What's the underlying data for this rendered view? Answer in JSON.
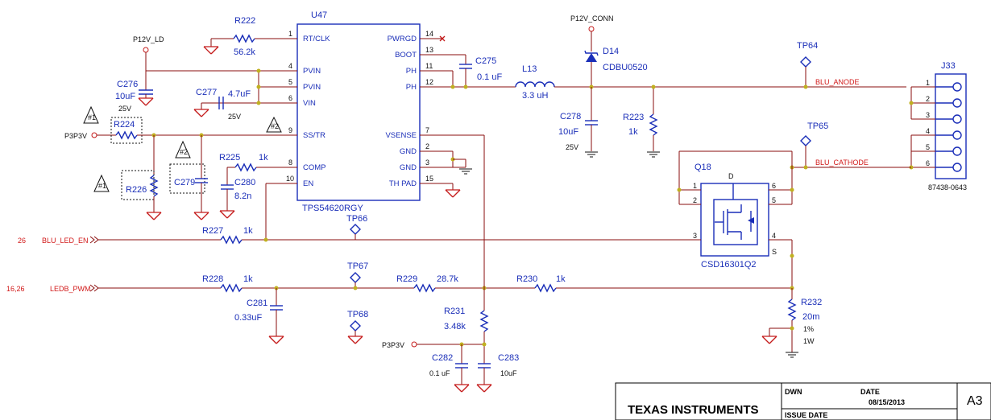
{
  "ic": {
    "ref": "U47",
    "part": "TPS54620RGY",
    "pins_left": [
      {
        "num": "1",
        "name": "RT/CLK"
      },
      {
        "num": "4",
        "name": "PVIN"
      },
      {
        "num": "5",
        "name": "PVIN"
      },
      {
        "num": "6",
        "name": "VIN"
      },
      {
        "num": "9",
        "name": "SS/TR"
      },
      {
        "num": "8",
        "name": "COMP"
      },
      {
        "num": "10",
        "name": "EN"
      }
    ],
    "pins_right": [
      {
        "num": "14",
        "name": "PWRGD"
      },
      {
        "num": "13",
        "name": "BOOT"
      },
      {
        "num": "11",
        "name": "PH"
      },
      {
        "num": "12",
        "name": "PH"
      },
      {
        "num": "7",
        "name": "VSENSE"
      },
      {
        "num": "2",
        "name": "GND"
      },
      {
        "num": "3",
        "name": "GND"
      },
      {
        "num": "15",
        "name": "TH PAD"
      }
    ]
  },
  "components": {
    "r222": {
      "ref": "R222",
      "value": "56.2k"
    },
    "c276": {
      "ref": "C276",
      "value": "10uF",
      "rating": "25V"
    },
    "c277": {
      "ref": "C277",
      "value": "4.7uF",
      "rating": "25V"
    },
    "r224": {
      "ref": "R224"
    },
    "r226": {
      "ref": "R226"
    },
    "c279": {
      "ref": "C279"
    },
    "r225": {
      "ref": "R225",
      "value": "1k"
    },
    "c280": {
      "ref": "C280",
      "value": "8.2n"
    },
    "c275": {
      "ref": "C275",
      "value": "0.1 uF"
    },
    "l13": {
      "ref": "L13",
      "value": "3.3 uH"
    },
    "d14": {
      "ref": "D14",
      "value": "CDBU0520"
    },
    "c278": {
      "ref": "C278",
      "value": "10uF",
      "rating": "25V"
    },
    "r223": {
      "ref": "R223",
      "value": "1k"
    },
    "r227": {
      "ref": "R227",
      "value": "1k"
    },
    "r228": {
      "ref": "R228",
      "value": "1k"
    },
    "c281": {
      "ref": "C281",
      "value": "0.33uF"
    },
    "r229": {
      "ref": "R229",
      "value": "28.7k"
    },
    "r230": {
      "ref": "R230",
      "value": "1k"
    },
    "r231": {
      "ref": "R231",
      "value": "3.48k"
    },
    "c282": {
      "ref": "C282",
      "value": "0.1 uF"
    },
    "c283": {
      "ref": "C283",
      "value": "10uF"
    },
    "r232": {
      "ref": "R232",
      "value": "20m",
      "tolerance": "1%",
      "power": "1W"
    },
    "q18": {
      "ref": "Q18",
      "part": "CSD16301Q2",
      "pin_d": "D",
      "pin_s": "S",
      "pins": [
        "1",
        "2",
        "3",
        "4",
        "5",
        "6"
      ]
    },
    "j33": {
      "ref": "J33",
      "part": "87438-0643",
      "pins": [
        "1",
        "2",
        "3",
        "4",
        "5",
        "6"
      ]
    }
  },
  "testpoints": [
    "TP64",
    "TP65",
    "TP66",
    "TP67",
    "TP68"
  ],
  "nets": {
    "p12v_ld": "P12V_LD",
    "p3p3v": "P3P3V",
    "p3p3v_2": "P3P3V",
    "p12v_conn": "P12V_CONN",
    "blu_anode": "BLU_ANODE",
    "blu_cathode": "BLU_CATHODE",
    "blu_led_en": "BLU_LED_EN",
    "blu_led_en_page": "26",
    "ledb_pwm": "LEDB_PWM",
    "ledb_pwm_page": "16,26"
  },
  "flag_text": "#1",
  "flag_text2": "#2",
  "title_block": {
    "company": "TEXAS INSTRUMENTS",
    "dwn_label": "DWN",
    "date_label": "DATE",
    "date": "08/15/2013",
    "issue_label": "ISSUE DATE",
    "size": "A3"
  }
}
